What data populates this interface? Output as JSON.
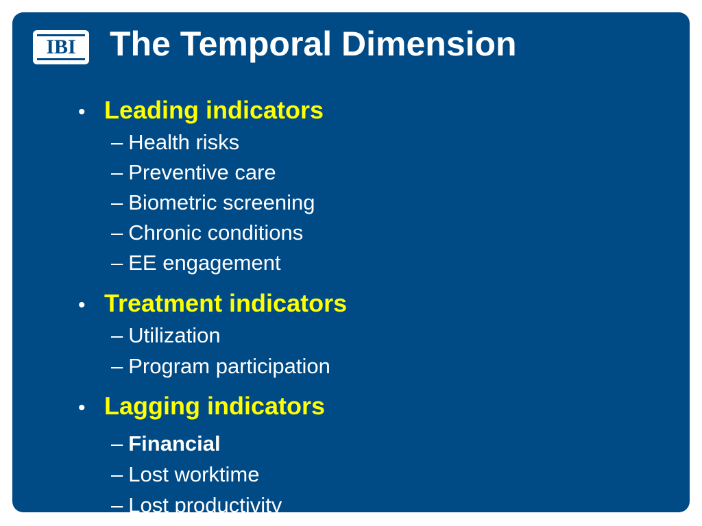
{
  "logo": {
    "text": "IBI"
  },
  "title": "The Temporal Dimension",
  "colors": {
    "background": "#004a86",
    "heading": "#ffff00",
    "text": "#ffffff"
  },
  "sections": [
    {
      "heading": "Leading indicators",
      "items": [
        "Health risks",
        "Preventive care",
        "Biometric screening",
        "Chronic conditions",
        "EE engagement"
      ]
    },
    {
      "heading": "Treatment indicators",
      "items": [
        "Utilization",
        "Program participation"
      ]
    },
    {
      "heading": "Lagging indicators",
      "items": [
        "Financial",
        "Lost worktime",
        "Lost productivity"
      ]
    }
  ],
  "dash": "–",
  "bullet": "•"
}
